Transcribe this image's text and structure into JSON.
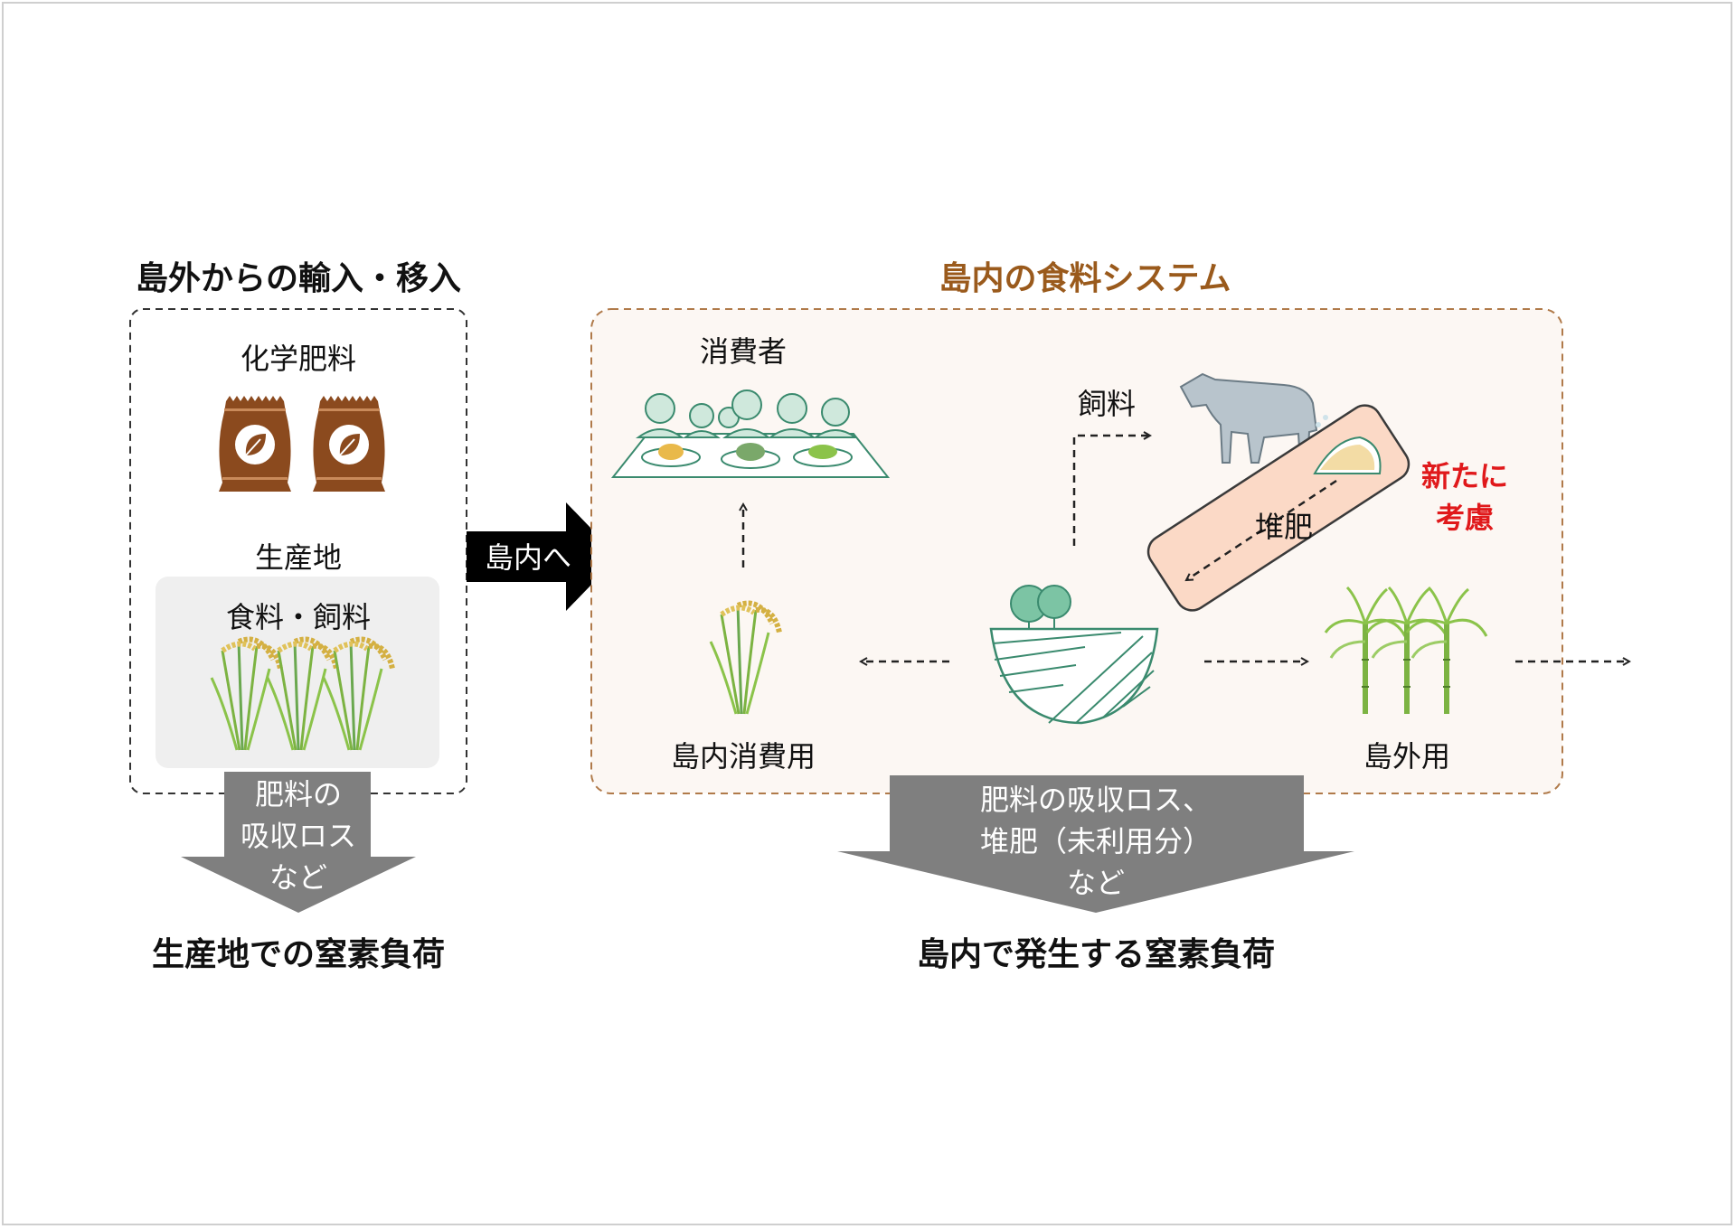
{
  "left": {
    "title": "島外からの輸入・移入",
    "fertilizer_label": "化学肥料",
    "production_label": "生産地",
    "food_feed_label": "食料・飼料",
    "loss_lines": [
      "肥料の",
      "吸収ロス",
      "など"
    ],
    "bottom_label": "生産地での窒素負荷"
  },
  "transfer_label": "島内へ",
  "right": {
    "title": "島内の食料システム",
    "consumer_label": "消費者",
    "feed_label": "飼料",
    "compost_label": "堆肥",
    "new_consideration_lines": [
      "新たに",
      "考慮"
    ],
    "domestic_use_label": "島内消費用",
    "export_use_label": "島外用",
    "loss_lines": [
      "肥料の吸収ロス、",
      "堆肥（未利用分）",
      "など"
    ],
    "bottom_label": "島内で発生する窒素負荷"
  },
  "colors": {
    "brand_brown": "#9a5a1c",
    "bag_brown": "#8b4a1e",
    "highlight_red": "#e0191b",
    "system_bg": "#fcf7f3",
    "compost_bg": "#fbd9c6",
    "loss_arrow_gray": "#7f7f7f",
    "plant_green": "#7cb342"
  }
}
